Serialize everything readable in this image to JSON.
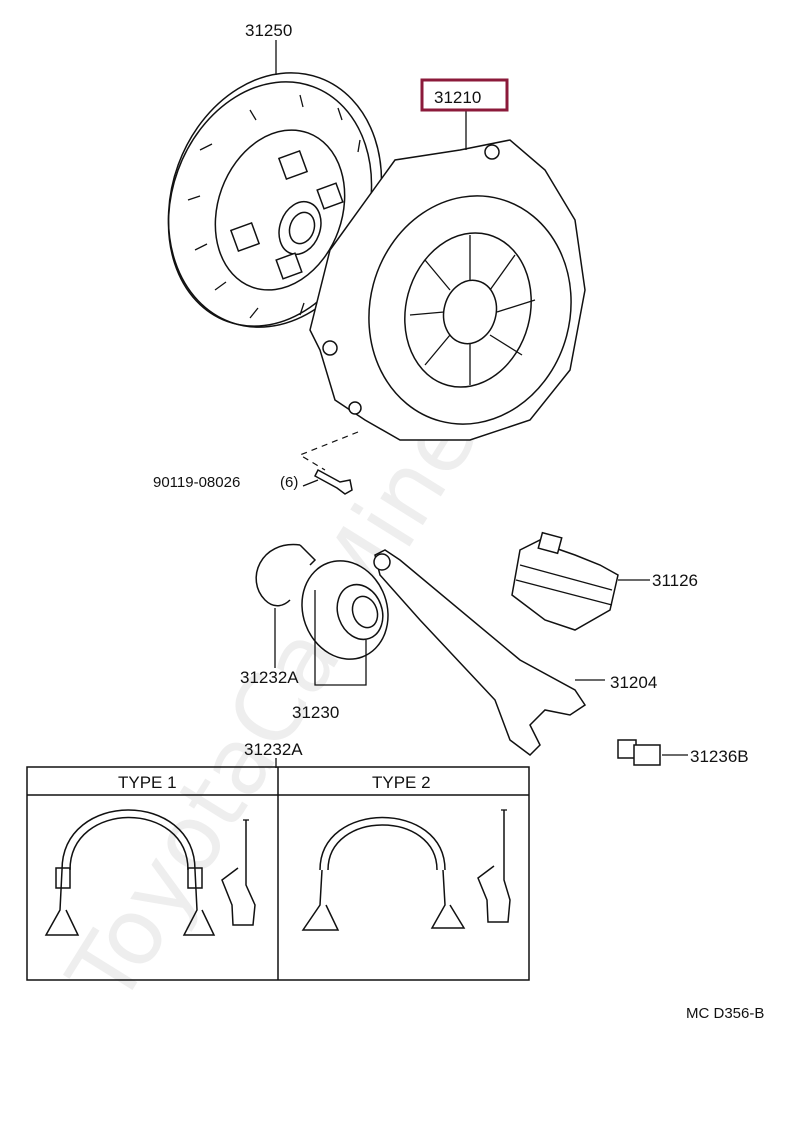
{
  "colors": {
    "highlight_box": "#8b1a3a",
    "line": "#111111",
    "watermark": "#cfcfcf"
  },
  "watermark": "ToyotaCarMine.ru",
  "parts": {
    "clutch_disc": "31250",
    "clutch_cover": "31210",
    "bolt": "90119-08026",
    "bolt_qty": "(6)",
    "boot": "31126",
    "release_fork": "31204",
    "clip_a": "31232A",
    "release_bearing": "31230",
    "pivot": "31236B",
    "clip_a_variants": "31232A"
  },
  "highlighted_part": "31210",
  "types": {
    "type1": "TYPE 1",
    "type2": "TYPE 2"
  },
  "diagram_code": "MC D356-B"
}
